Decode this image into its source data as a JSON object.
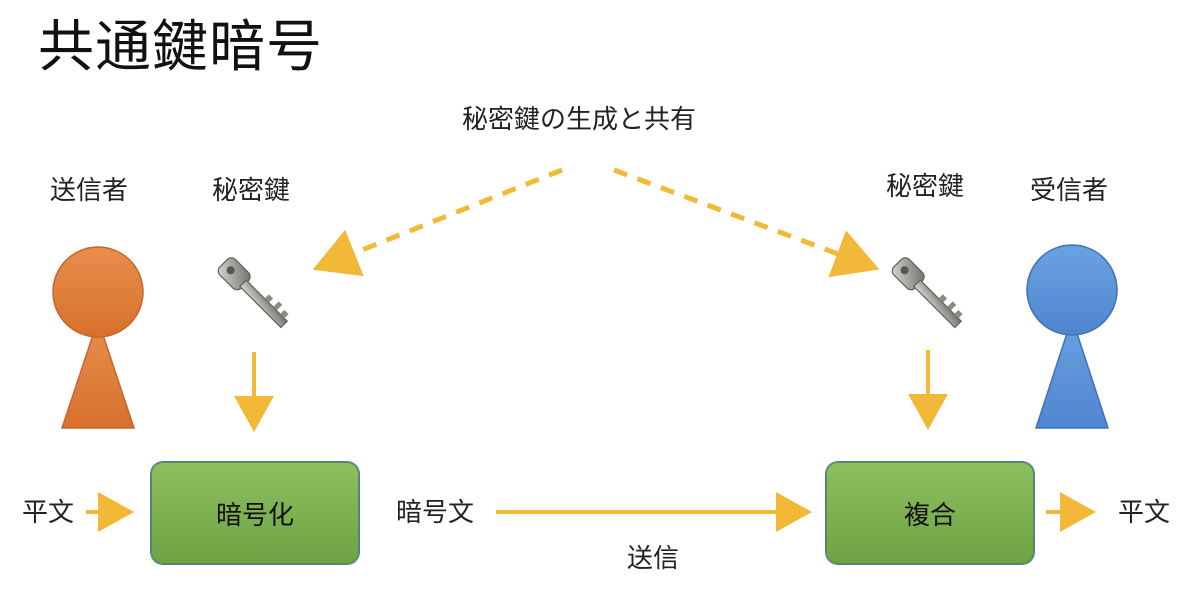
{
  "title": "共通鍵暗号",
  "labels": {
    "key_generation": "秘密鍵の生成と共有",
    "sender": "送信者",
    "secret_key_left": "秘密鍵",
    "secret_key_right": "秘密鍵",
    "receiver": "受信者",
    "plaintext_left": "平文",
    "ciphertext": "暗号文",
    "transmit": "送信",
    "plaintext_right": "平文"
  },
  "boxes": {
    "encrypt": "暗号化",
    "decrypt": "複合"
  },
  "colors": {
    "sender": "#e07d3c",
    "receiver": "#5b93d8",
    "arrow": "#f2b938",
    "box": "#7bb04f",
    "key": "#a9aca5"
  }
}
